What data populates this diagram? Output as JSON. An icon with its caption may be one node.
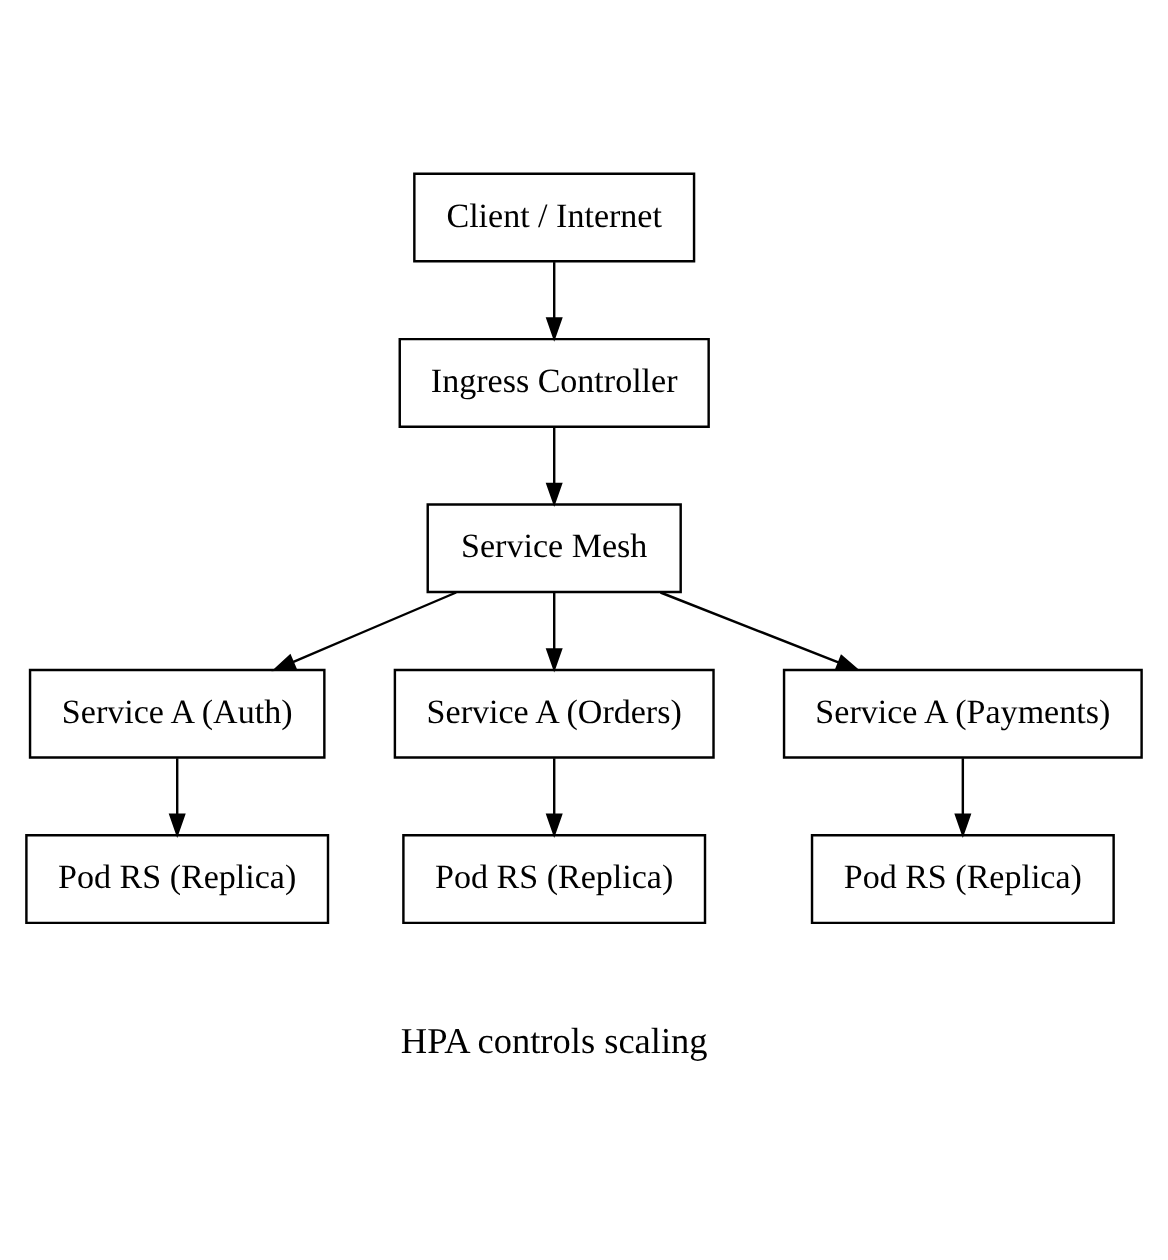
{
  "diagram": {
    "nodes": [
      {
        "text": [
          "Client / Internet"
        ]
      },
      {
        "text": [
          "Ingress Controller"
        ]
      },
      {
        "text": [
          "Service Mesh"
        ]
      },
      {
        "text": [
          "Service A (Auth)"
        ]
      },
      {
        "text": [
          "Service A (Orders)"
        ]
      },
      {
        "text": [
          "Service A (Payments)"
        ]
      },
      {
        "text": [
          "Pod RS (Replica)"
        ]
      },
      {
        "text": [
          "Pod RS (Replica)"
        ]
      },
      {
        "text": [
          "Pod RS (Replica)"
        ]
      }
    ],
    "edges": [
      {
        "from": 0,
        "to": 1,
        "arrow": "to"
      },
      {
        "from": 1,
        "to": 2,
        "arrow": "to"
      },
      {
        "from": 2,
        "to": 3,
        "arrow": "to"
      },
      {
        "from": 2,
        "to": 4,
        "arrow": "to"
      },
      {
        "from": 2,
        "to": 5,
        "arrow": "to"
      },
      {
        "from": 3,
        "to": 6,
        "arrow": "to"
      },
      {
        "from": 4,
        "to": 7,
        "arrow": "to"
      },
      {
        "from": 5,
        "to": 8,
        "arrow": "to"
      }
    ],
    "labels": [
      "HPA controls scaling"
    ]
  }
}
